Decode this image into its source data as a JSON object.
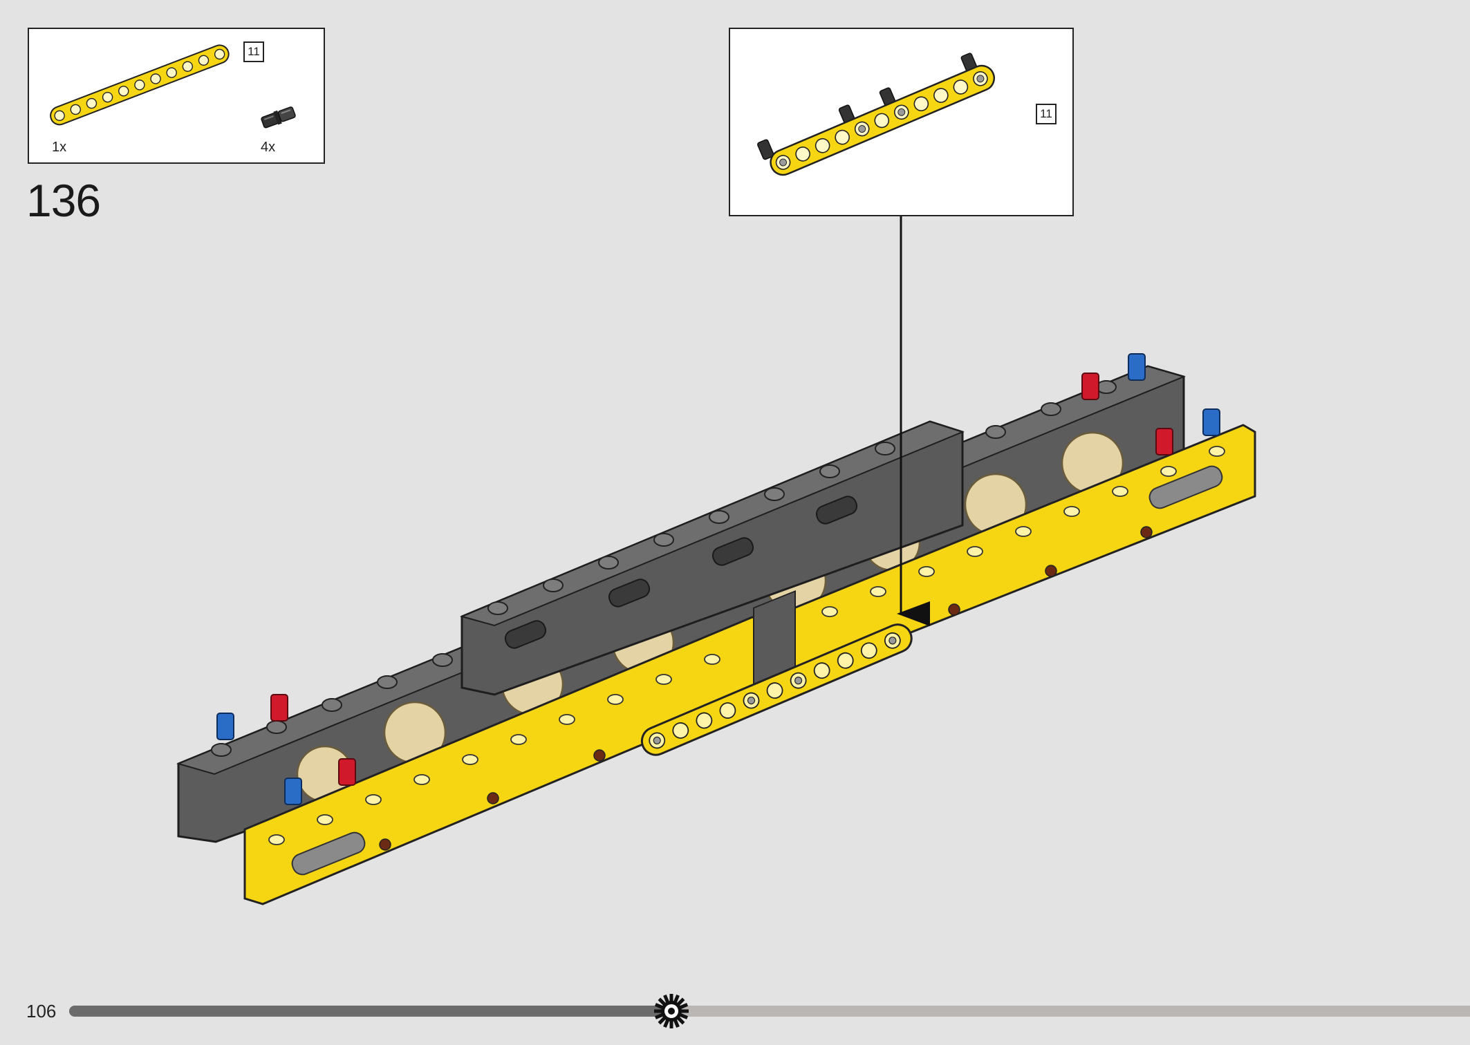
{
  "parts_list": {
    "items": [
      {
        "name": "yellow-beam",
        "quantity": "1x",
        "length_badge": "11"
      },
      {
        "name": "black-pin",
        "quantity": "4x"
      }
    ]
  },
  "step": {
    "number": "136"
  },
  "callout": {
    "length_badge": "11"
  },
  "footer": {
    "page_number": "106",
    "progress_fraction": 0.43
  },
  "colors": {
    "background": "#e3e3e3",
    "beam_yellow": "#f6d512",
    "frame_gray": "#5c5c5c",
    "pin_red": "#d0192a",
    "pin_blue": "#2a6dc6",
    "gear_tan": "#e4d3a5",
    "progress_track": "#b9b6b3",
    "progress_fill": "#6b6b6b"
  }
}
